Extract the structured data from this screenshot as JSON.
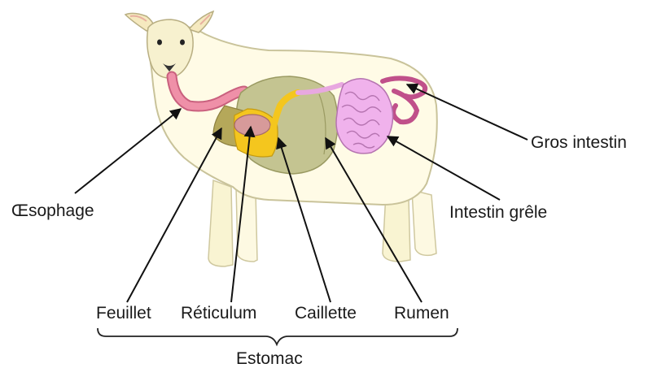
{
  "labels": {
    "esophagus": "Œsophage",
    "omasum": "Feuillet",
    "reticulum": "Réticulum",
    "abomasum": "Caillette",
    "rumen": "Rumen",
    "stomach": "Estomac",
    "large_intestine": "Gros intestin",
    "small_intestine": "Intestin grêle"
  },
  "colors": {
    "body_fill": "#fffbe6",
    "body_outline": "#c9c39a",
    "head_fill": "#f7f1cf",
    "esophagus": "#ef90a8",
    "rumen": "#c4c491",
    "omasum": "#b5a85a",
    "reticulum": "#f4c61e",
    "reticulum_inner": "#d79a9a",
    "small_intestine": "#f0b2ec",
    "large_intestine": "#c0508a",
    "arrow": "#111111"
  }
}
